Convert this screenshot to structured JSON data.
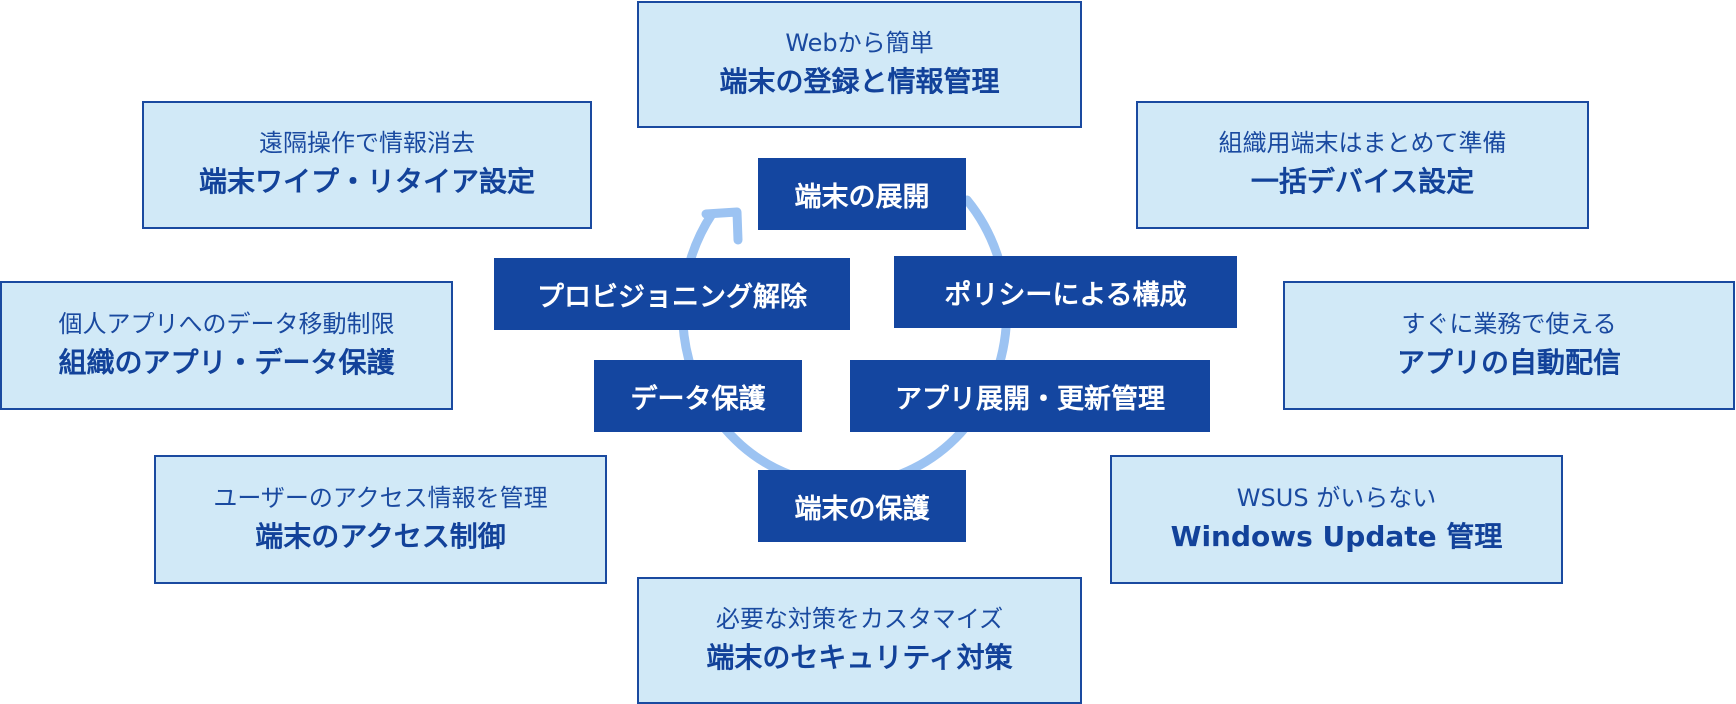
{
  "outer_boxes": [
    {
      "sub": "Webから簡単",
      "main": "端末の登録と情報管理"
    },
    {
      "sub": "組織用端末はまとめて準備",
      "main": "一括デバイス設定"
    },
    {
      "sub": "すぐに業務で使える",
      "main": "アプリの自動配信"
    },
    {
      "sub": "WSUS がいらない",
      "main": "Windows Update 管理"
    },
    {
      "sub": "必要な対策をカスタマイズ",
      "main": "端末のセキュリティ対策"
    },
    {
      "sub": "ユーザーのアクセス情報を管理",
      "main": "端末のアクセス制御"
    },
    {
      "sub": "個人アプリへのデータ移動制限",
      "main": "組織のアプリ・データ保護"
    },
    {
      "sub": "遠隔操作で情報消去",
      "main": "端末ワイプ・リタイア設定"
    }
  ],
  "inner_boxes": {
    "deploy": "端末の展開",
    "policy": "ポリシーによる構成",
    "app_deploy": "アプリ展開・更新管理",
    "protect": "端末の保護",
    "data_protect": "データ保護",
    "deprovision": "プロビジョニング解除"
  },
  "colors": {
    "outer_fill": "#d1e9f7",
    "outer_border": "#1a4aa0",
    "inner_fill": "#1446a0",
    "cycle_arrow": "#9cc3f2"
  }
}
